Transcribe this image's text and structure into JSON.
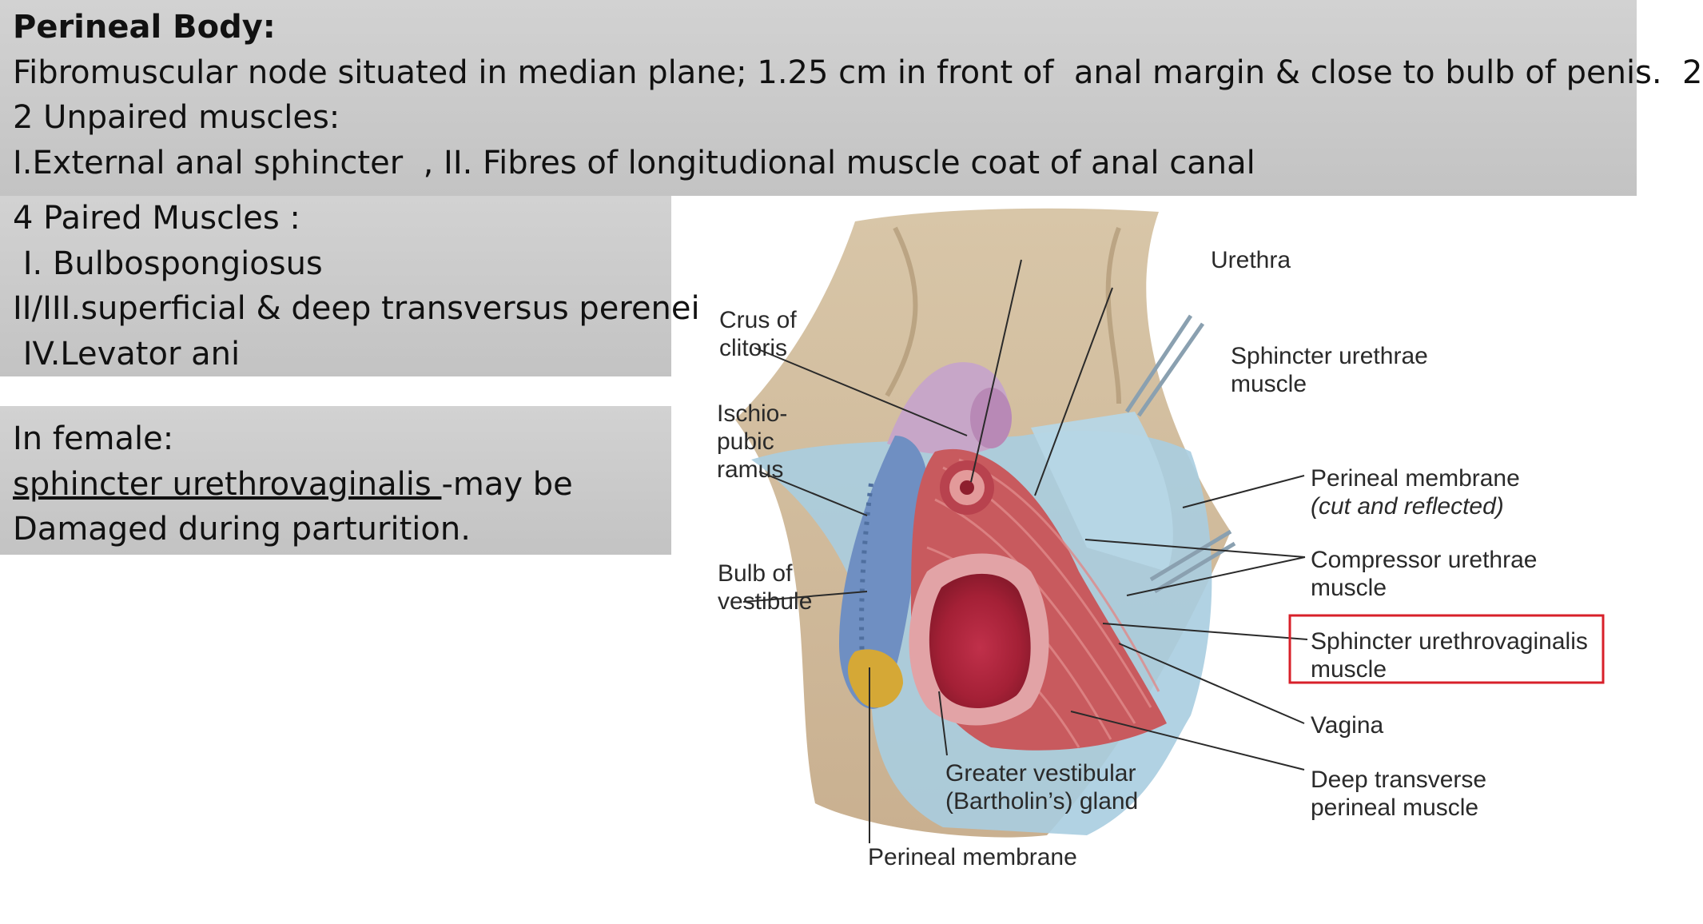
{
  "perineal_body": {
    "title": "Perineal Body:",
    "description": "Fibromuscular node situated in median plane; 1.25 cm in front of  anal margin & close to bulb of penis.  2",
    "unpaired_heading": "2 Unpaired muscles:",
    "unpaired_list": "I.External anal sphincter  , II. Fibres of longitudional muscle coat of anal canal",
    "paired_heading": "4 Paired Muscles :",
    "paired_items": [
      " I. Bulbospongiosus",
      "II/III.superficial & deep transversus perenei",
      " IV.Levator ani"
    ]
  },
  "female_note": {
    "heading": "In female:",
    "term": "sphincter urethrovaginalis ",
    "rest": "-may be",
    "line3": "Damaged during parturition."
  },
  "figure": {
    "labels": {
      "urethra": "Urethra",
      "sphincter_urethrae_1": "Sphincter urethrae",
      "sphincter_urethrae_2": "muscle",
      "perineal_membrane_r1": "Perineal membrane",
      "perineal_membrane_r2": "(cut and reflected)",
      "compressor_1": "Compressor urethrae",
      "compressor_2": "muscle",
      "sphincter_uv_1": "Sphincter urethrovaginalis",
      "sphincter_uv_2": "muscle",
      "vagina": "Vagina",
      "deep_transverse_1": "Deep transverse",
      "deep_transverse_2": "perineal muscle",
      "crus_1": "Crus of",
      "crus_2": "clitoris",
      "ischio_1": "Ischio-",
      "ischio_2": "pubic",
      "ischio_3": "ramus",
      "bulb_1": "Bulb of",
      "bulb_2": "vestibule",
      "greater_1": "Greater vestibular",
      "greater_2": "(Bartholin’s) gland",
      "perineal_membrane_bottom": "Perineal membrane"
    },
    "highlight_color": "#d8202a"
  }
}
